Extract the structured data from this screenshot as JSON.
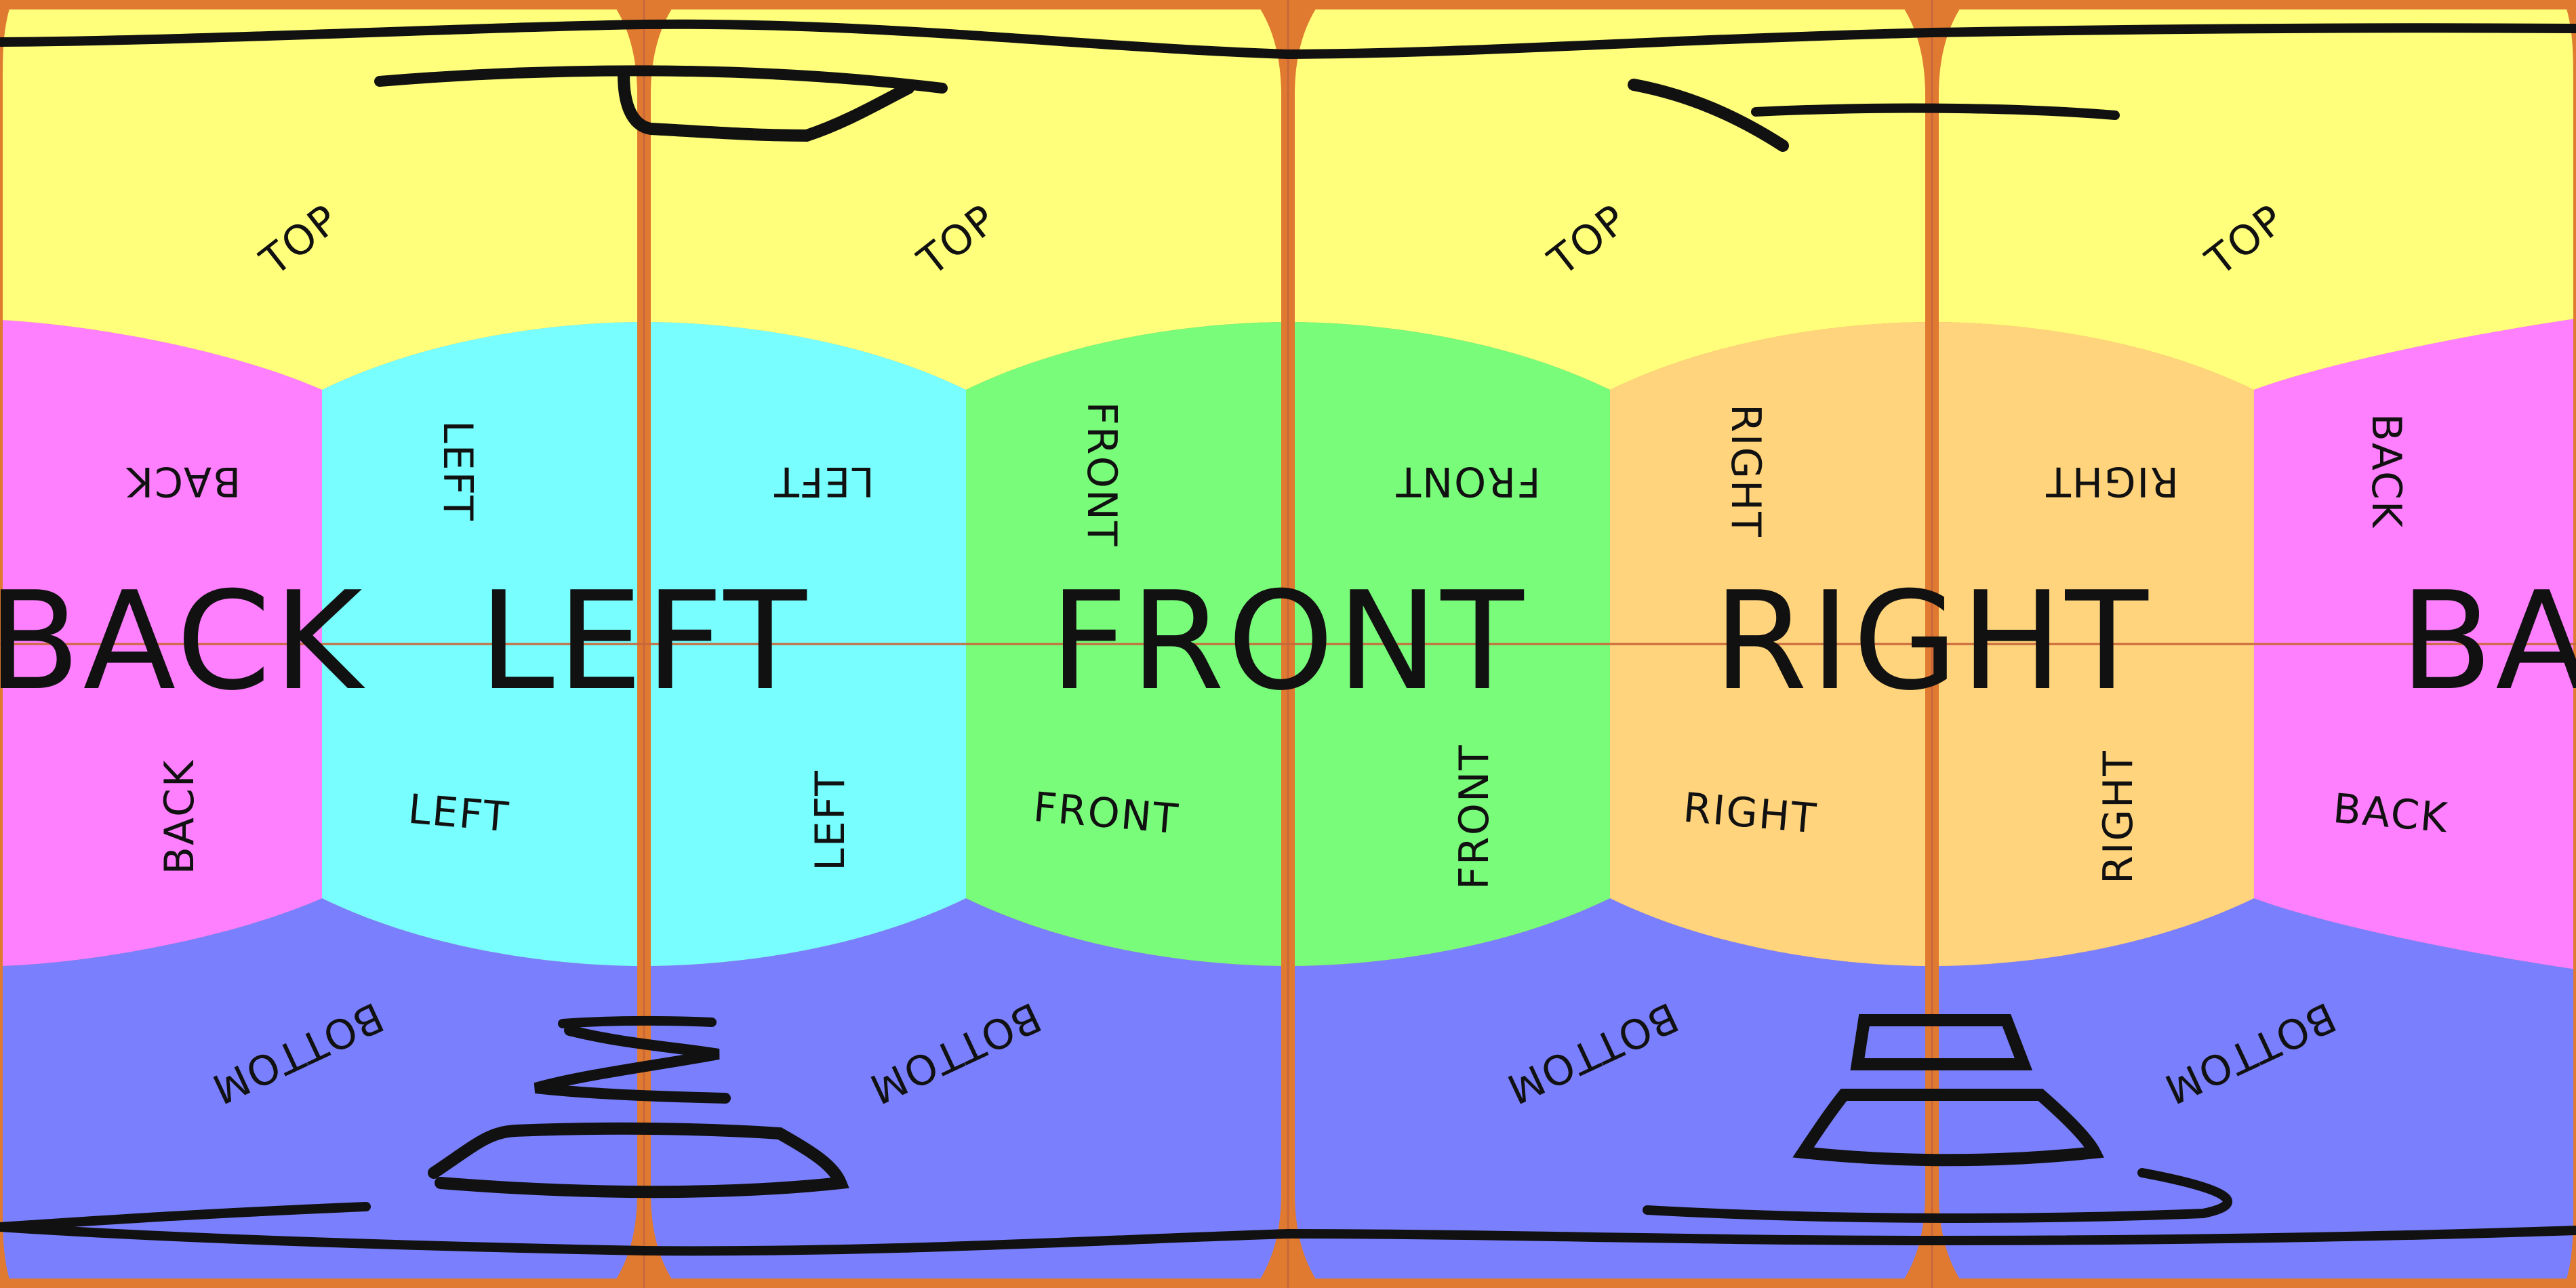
{
  "faces": {
    "top": {
      "label": "TOP",
      "color": "#ffff7c"
    },
    "bottom": {
      "label": "BOTTOM",
      "color": "#7a80fd"
    },
    "front": {
      "label": "FRONT",
      "color": "#78fc7a"
    },
    "left": {
      "label": "LEFT",
      "color": "#78fefe"
    },
    "right": {
      "label": "RIGHT",
      "color": "#ffd47c"
    },
    "back": {
      "label": "BACK",
      "color": "#ff80fe"
    }
  },
  "colors": {
    "seam": "#e07a30",
    "grid": "#c8683a",
    "ink": "#111111"
  }
}
